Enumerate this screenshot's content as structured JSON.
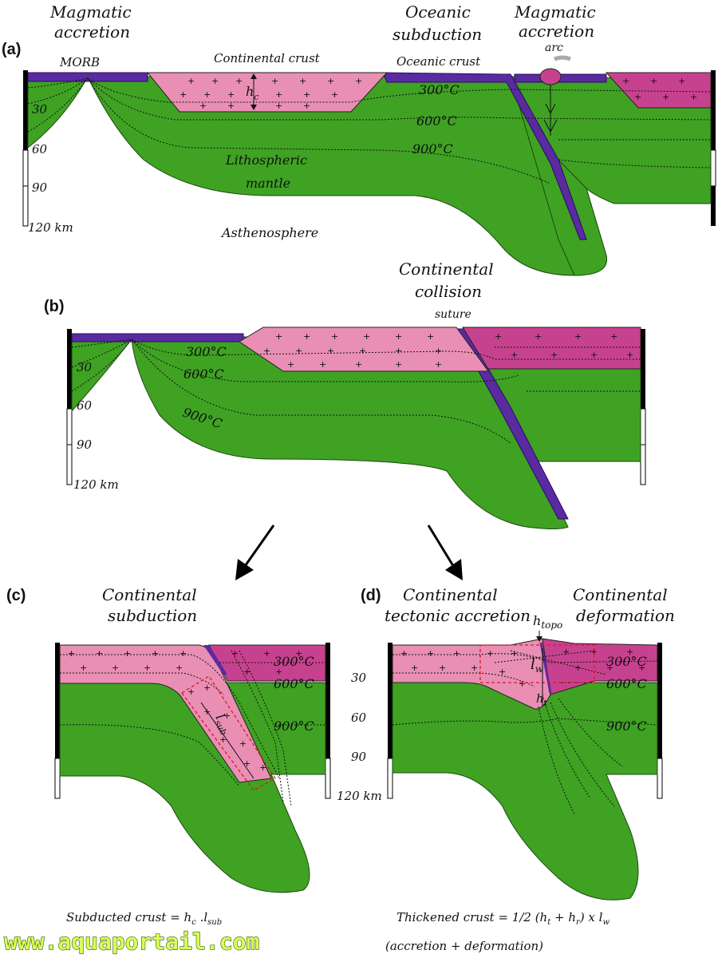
{
  "colors": {
    "mantle": "#3fa223",
    "continental_crust": "#e98fb3",
    "upper_plate_crust": "#c7428e",
    "oceanic_crust": "#5a2aa0",
    "dashed_box": "#e0152a"
  },
  "panels": {
    "a": {
      "label": "(a)",
      "title_left_1": "Magmatic",
      "title_left_2": "accretion",
      "title_mid_1": "Oceanic",
      "title_mid_2": "subduction",
      "title_right_1": "Magmatic",
      "title_right_2": "accretion",
      "morb": "MORB",
      "continental_crust": "Continental crust",
      "hc": "h",
      "hc_sub": "c",
      "oceanic_crust": "Oceanic crust",
      "arc": "arc",
      "iso300": "300°C",
      "iso600": "600°C",
      "iso900": "900°C",
      "lith_1": "Lithospheric",
      "lith_2": "mantle",
      "astheno": "Asthenosphere",
      "depth_30": "30",
      "depth_60": "60",
      "depth_90": "90",
      "depth_120": "120 km"
    },
    "b": {
      "label": "(b)",
      "title_1": "Continental",
      "title_2": "collision",
      "suture": "suture",
      "iso300": "300°C",
      "iso600": "600°C",
      "iso900": "900°C",
      "depth_30": "30",
      "depth_60": "60",
      "depth_90": "90",
      "depth_120": "120 km"
    },
    "c": {
      "label": "(c)",
      "title_1": "Continental",
      "title_2": "subduction",
      "iso300": "300°C",
      "iso600": "600°C",
      "iso900": "900°C",
      "lsub": "l",
      "lsub_sub": "sub",
      "formula": "Subducted crust = h",
      "formula_sub1": "c",
      "formula_mid": " .l",
      "formula_sub2": "sub"
    },
    "d": {
      "label": "(d)",
      "title_left_1": "Continental",
      "title_left_2": "tectonic accretion",
      "title_right_1": "Continental",
      "title_right_2": "deformation",
      "htopo": "h",
      "htopo_sub": "topo",
      "lw": "l",
      "lw_sub": "w",
      "ht": "h",
      "ht_sub": "t",
      "iso300": "300°C",
      "iso600": "600°C",
      "iso900": "900°C",
      "depth_30": "30",
      "depth_60": "60",
      "depth_90": "90",
      "depth_120": "120 km",
      "formula": "Thickened crust = 1/2 (h",
      "formula_sub1": "t",
      "formula_mid": " + h",
      "formula_sub2": "r",
      "formula_end": ") x l",
      "formula_sub3": "w",
      "formula_note": "(accretion + deformation)"
    }
  },
  "watermark": "www.aquaportail.com"
}
